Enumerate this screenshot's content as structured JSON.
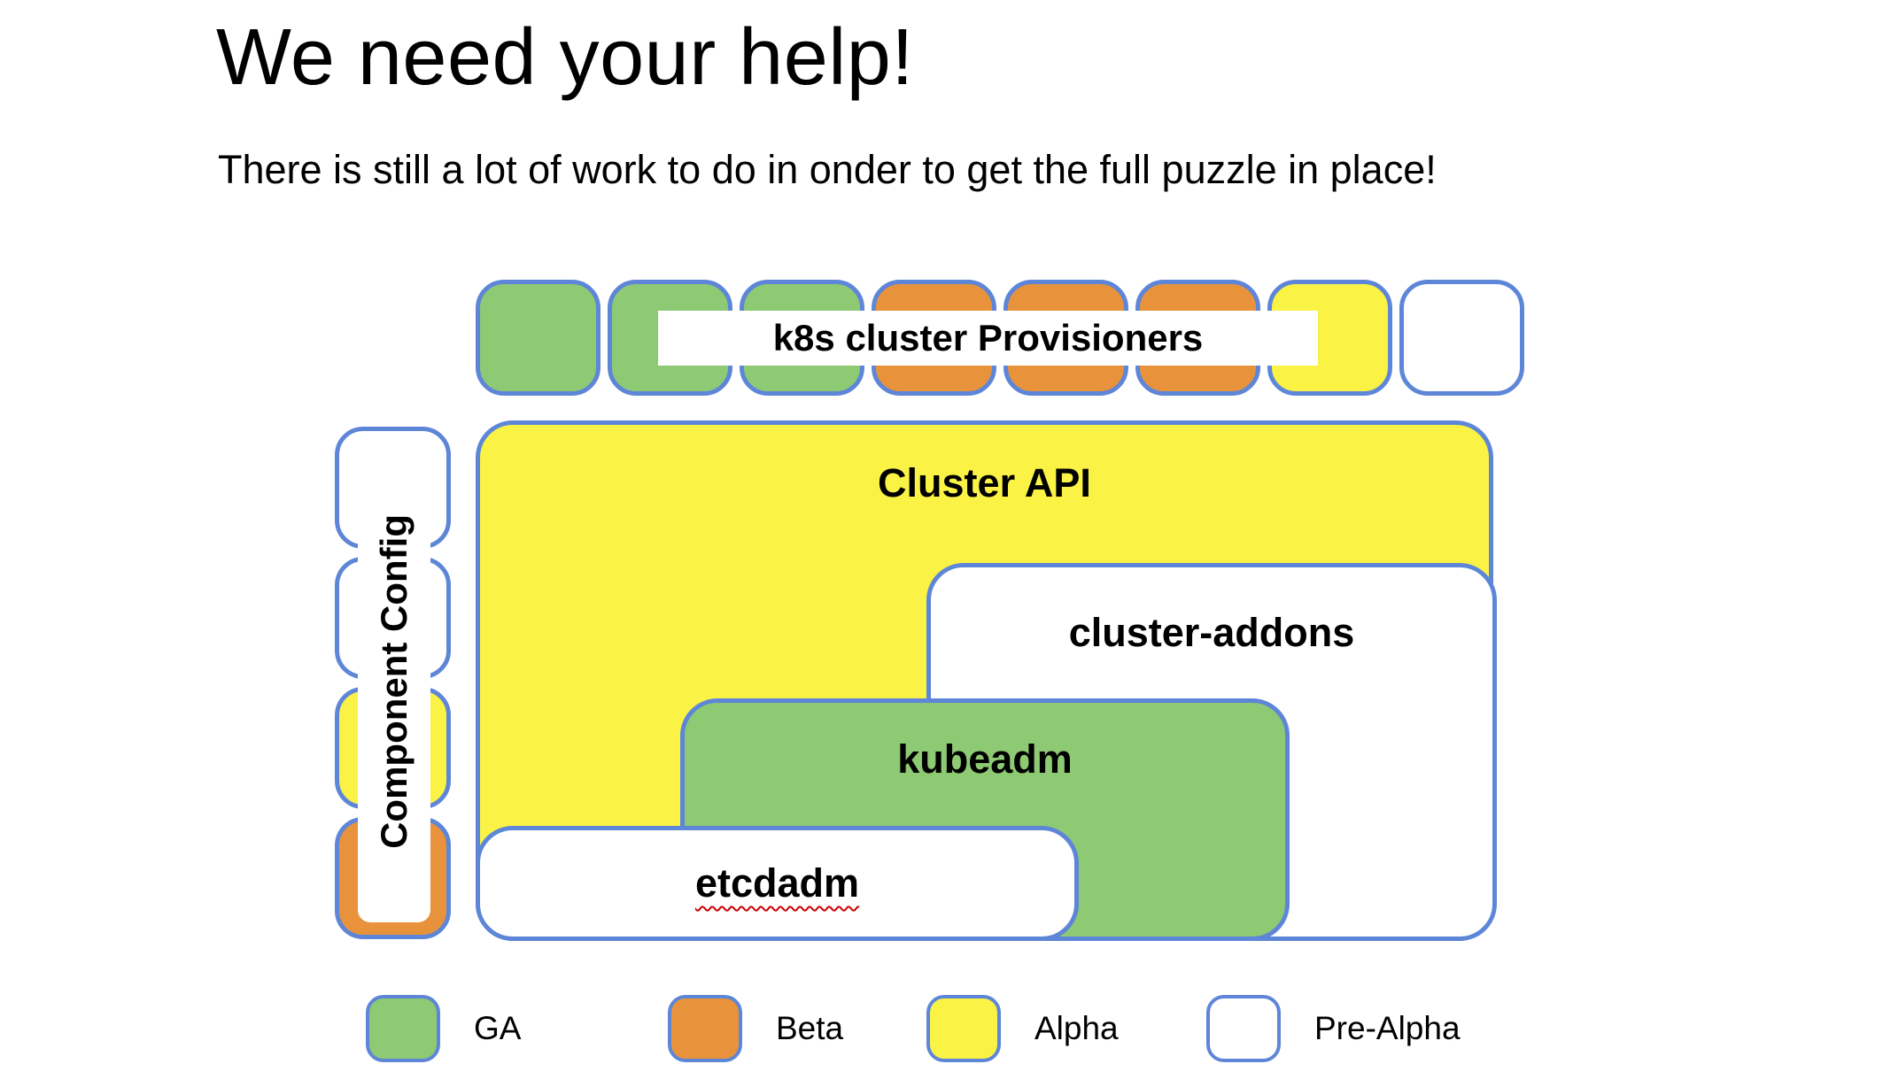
{
  "page": {
    "title": "We need your help!",
    "subtitle": "There is still a lot of work to do in onder to get the full puzzle in place!"
  },
  "colors": {
    "ga": "#8ec973",
    "beta": "#e8933b",
    "alpha": "#faf346",
    "pre_alpha": "#ffffff",
    "border": "#5e86d8"
  },
  "diagram": {
    "provisioners": {
      "label": "k8s cluster Provisioners",
      "pieces": [
        "ga",
        "ga",
        "ga",
        "beta",
        "beta",
        "beta",
        "alpha",
        "pre_alpha"
      ]
    },
    "component_config": {
      "label": "Component Config",
      "pieces": [
        "pre_alpha",
        "pre_alpha",
        "alpha",
        "beta"
      ]
    },
    "blocks": {
      "cluster_api": {
        "label": "Cluster API",
        "status": "alpha"
      },
      "cluster_addons": {
        "label": "cluster-addons",
        "status": "pre_alpha"
      },
      "kubeadm": {
        "label": "kubeadm",
        "status": "ga"
      },
      "etcdadm": {
        "label": "etcdadm",
        "status": "pre_alpha"
      }
    }
  },
  "legend": {
    "items": [
      {
        "label": "GA",
        "status": "ga"
      },
      {
        "label": "Beta",
        "status": "beta"
      },
      {
        "label": "Alpha",
        "status": "alpha"
      },
      {
        "label": "Pre-Alpha",
        "status": "pre_alpha"
      }
    ]
  }
}
